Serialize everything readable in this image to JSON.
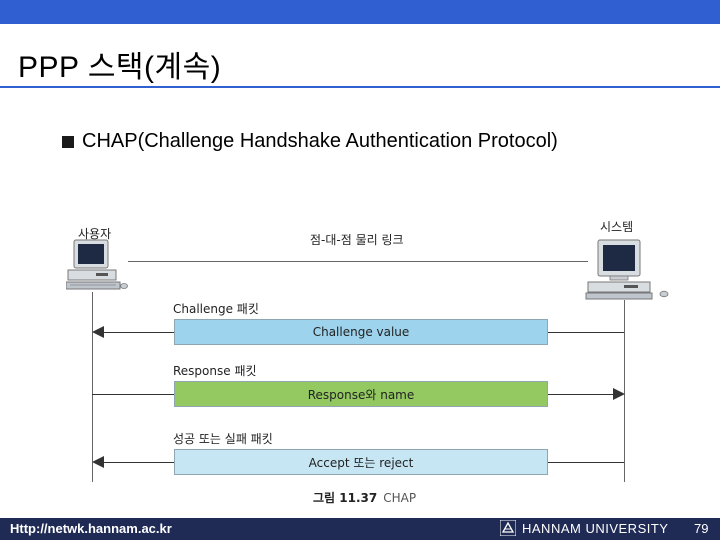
{
  "slide": {
    "title": "PPP 스택(계속)",
    "bullet_text": "CHAP(Challenge Handshake Authentication Protocol)"
  },
  "diagram": {
    "user_label": "사용자",
    "system_label": "시스템",
    "link_label": "점-대-점 물리 링크",
    "steps": [
      {
        "packet_label": "Challenge 패킷",
        "bar_text": "Challenge value",
        "direction": "to-user",
        "color": "#9dd3ec"
      },
      {
        "packet_label": "Response 패킷",
        "bar_text": "Response와 name",
        "direction": "to-system",
        "color": "#93c960"
      },
      {
        "packet_label": "성공 또는 실패 패킷",
        "bar_text": "Accept 또는 reject",
        "direction": "to-user",
        "color": "#c6e6f4"
      }
    ],
    "caption_bold": "그림 11.37",
    "caption_text": "CHAP"
  },
  "footer": {
    "url": "Http://netwk.hannam.ac.kr",
    "university": "HANNAM  UNIVERSITY",
    "page_number": "79"
  },
  "colors": {
    "accent": "#2f5fd0",
    "footer_bg": "#1f2a55"
  }
}
